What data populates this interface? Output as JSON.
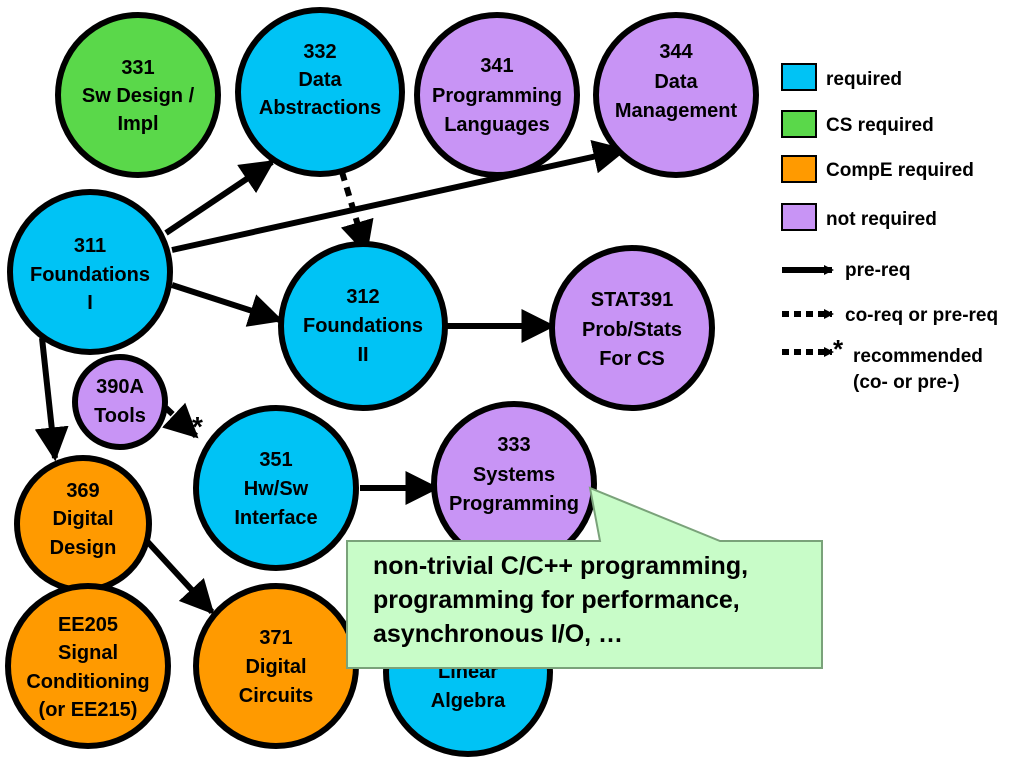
{
  "colors": {
    "required": "#00c3f5",
    "cs_required": "#5ad84a",
    "compe_required": "#ff9a00",
    "not_required": "#c894f5",
    "callout_fill": "#c8fcc8",
    "callout_stroke": "#7aa27a",
    "outline": "#000000"
  },
  "legend": {
    "required": "required",
    "cs_required": "CS required",
    "compe_required": "CompE required",
    "not_required": "not required",
    "prereq": "pre-req",
    "coreq": "co-req or pre-req",
    "recommended_star": "*",
    "recommended_line1": "recommended",
    "recommended_line2": "(co- or pre-)"
  },
  "nodes": {
    "n331": [
      "331",
      "Sw Design /",
      "Impl"
    ],
    "n332": [
      "332",
      "Data",
      "Abstractions"
    ],
    "n341": [
      "341",
      "Programming",
      "Languages"
    ],
    "n344": [
      "344",
      "Data",
      "Management"
    ],
    "n311": [
      "311",
      "Foundations",
      "I"
    ],
    "n312": [
      "312",
      "Foundations",
      "II"
    ],
    "stat391": [
      "STAT391",
      "Prob/Stats",
      "For CS"
    ],
    "n390a": [
      "390A",
      "Tools"
    ],
    "n351": [
      "351",
      "Hw/Sw",
      "Interface"
    ],
    "n333": [
      "333",
      "Systems",
      "Programming"
    ],
    "n369": [
      "369",
      "Digital",
      "Design"
    ],
    "ee205": [
      "EE205",
      "Signal",
      "Conditioning",
      "(or EE215)"
    ],
    "n371": [
      "371",
      "Digital",
      "Circuits"
    ],
    "linalg": [
      "Linear",
      "Algebra"
    ]
  },
  "recommended_star": "*",
  "callout": [
    "non-trivial C/C++ programming,",
    "programming for performance,",
    "asynchronous I/O, …"
  ]
}
